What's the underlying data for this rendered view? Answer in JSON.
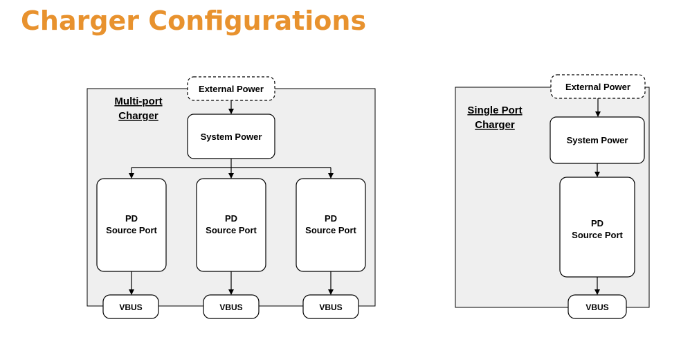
{
  "title": "Charger Configurations",
  "colors": {
    "title": "#e8922e",
    "panel_fill": "#efefef",
    "box_fill": "#ffffff",
    "stroke": "#000000"
  },
  "multi_port": {
    "label_line1": "Multi-port",
    "label_line2": "Charger",
    "external_power": "External Power",
    "system_power": "System Power",
    "ports": [
      {
        "line1": "PD",
        "line2": "Source Port",
        "vbus": "VBUS"
      },
      {
        "line1": "PD",
        "line2": "Source Port",
        "vbus": "VBUS"
      },
      {
        "line1": "PD",
        "line2": "Source Port",
        "vbus": "VBUS"
      }
    ]
  },
  "single_port": {
    "label_line1": "Single Port",
    "label_line2": "Charger",
    "external_power": "External Power",
    "system_power": "System Power",
    "port": {
      "line1": "PD",
      "line2": "Source Port",
      "vbus": "VBUS"
    }
  }
}
